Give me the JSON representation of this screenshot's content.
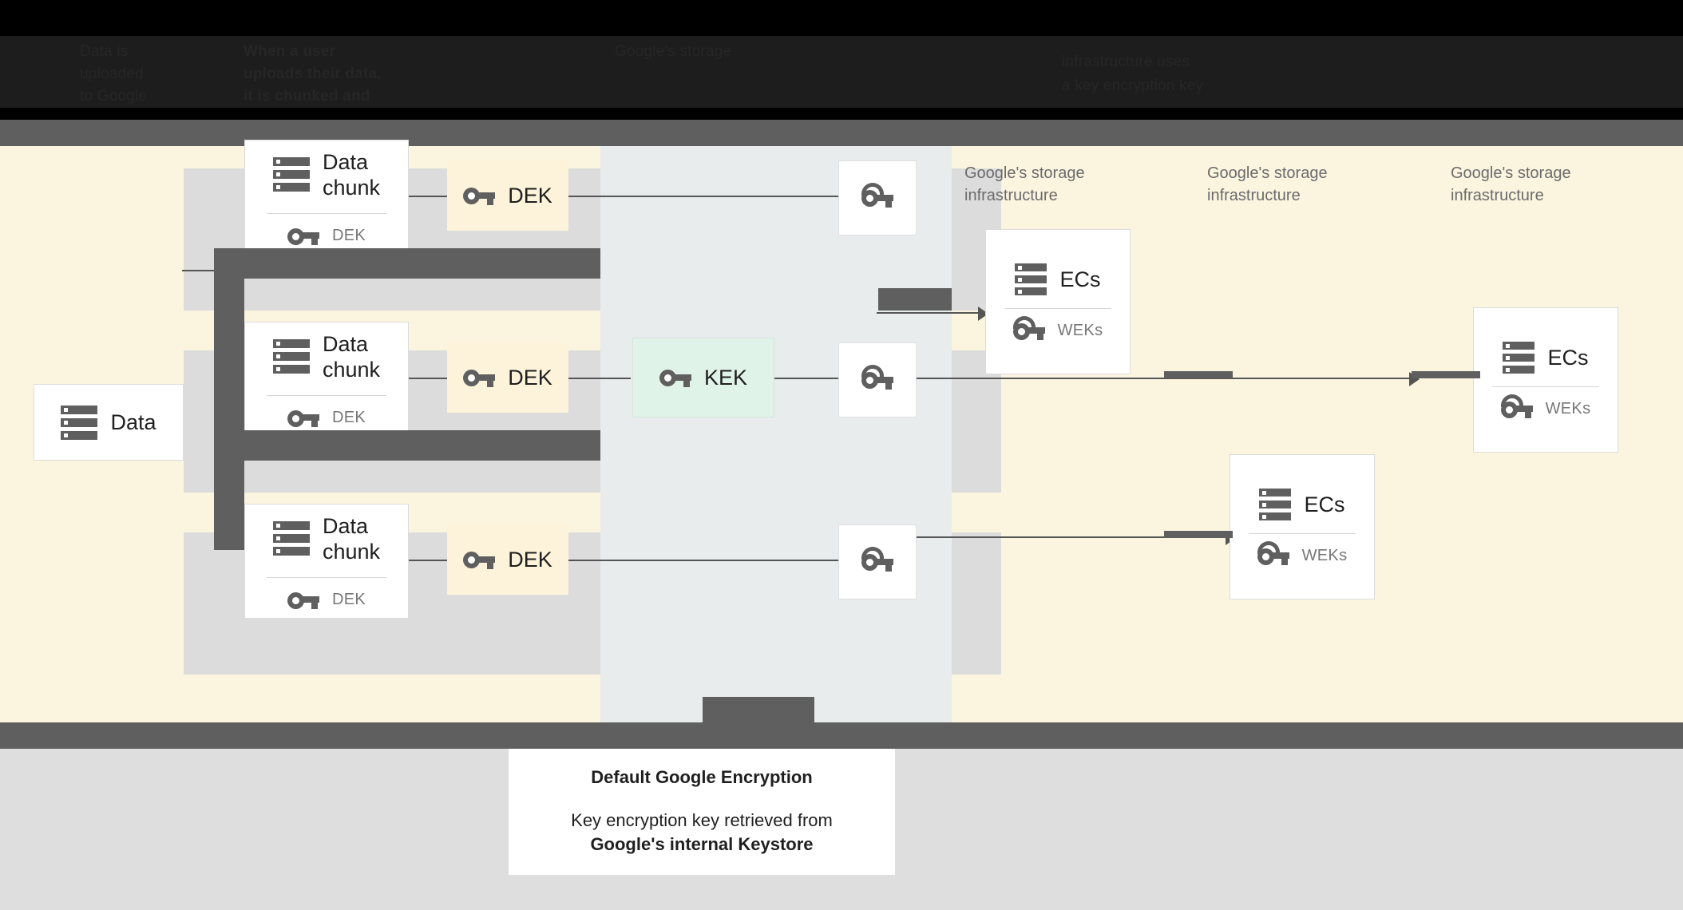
{
  "header": {
    "obscured_lines": [
      "Data is",
      "When a user",
      "Google's storage",
      "uploaded",
      "uploads their data,",
      "infrastructure uses",
      "to Google",
      "it is chunked and",
      "a key encryption key"
    ]
  },
  "diagram": {
    "source": {
      "label": "Data",
      "icon": "storage-icon"
    },
    "chunks": [
      {
        "title": "Data\nchunk",
        "key_label": "DEK",
        "icon": "storage-icon",
        "key_icon": "key-icon"
      },
      {
        "title": "Data\nchunk",
        "key_label": "DEK",
        "icon": "storage-icon",
        "key_icon": "key-icon"
      },
      {
        "title": "Data\nchunk",
        "key_label": "DEK",
        "icon": "storage-icon",
        "key_icon": "key-icon"
      }
    ],
    "deks": [
      {
        "label": "DEK",
        "icon": "key-icon"
      },
      {
        "label": "DEK",
        "icon": "key-icon"
      },
      {
        "label": "DEK",
        "icon": "key-icon"
      }
    ],
    "kek": {
      "label": "KEK",
      "icon": "key-icon"
    },
    "wrapped_keys": [
      {
        "icon": "wrapped-key-icon"
      },
      {
        "icon": "wrapped-key-icon"
      },
      {
        "icon": "wrapped-key-icon"
      }
    ],
    "infra_labels": [
      "Google's storage\ninfrastructure",
      "Google's storage\ninfrastructure",
      "Google's storage\ninfrastructure"
    ],
    "ec_cards": [
      {
        "title": "ECs",
        "key_label": "WEKs",
        "icon": "storage-icon",
        "key_icon": "wrapped-key-icon"
      },
      {
        "title": "ECs",
        "key_label": "WEKs",
        "icon": "storage-icon",
        "key_icon": "wrapped-key-icon"
      },
      {
        "title": "ECs",
        "key_label": "WEKs",
        "icon": "storage-icon",
        "key_icon": "wrapped-key-icon"
      }
    ]
  },
  "caption": {
    "title": "Default Google Encryption",
    "line1": "Key encryption key retrieved from",
    "line2": "Google's internal Keystore"
  },
  "colors": {
    "canvas_cream": "#fbf5e0",
    "column_grey_blue": "#e8ecec",
    "band_grey": "#dcdcdc",
    "dek_fill": "#fdf3da",
    "kek_fill": "#e0f3e8",
    "rail_dark": "#5f5f5f",
    "lower_bg": "#dedede",
    "icon_grey": "#5f5f5f"
  }
}
